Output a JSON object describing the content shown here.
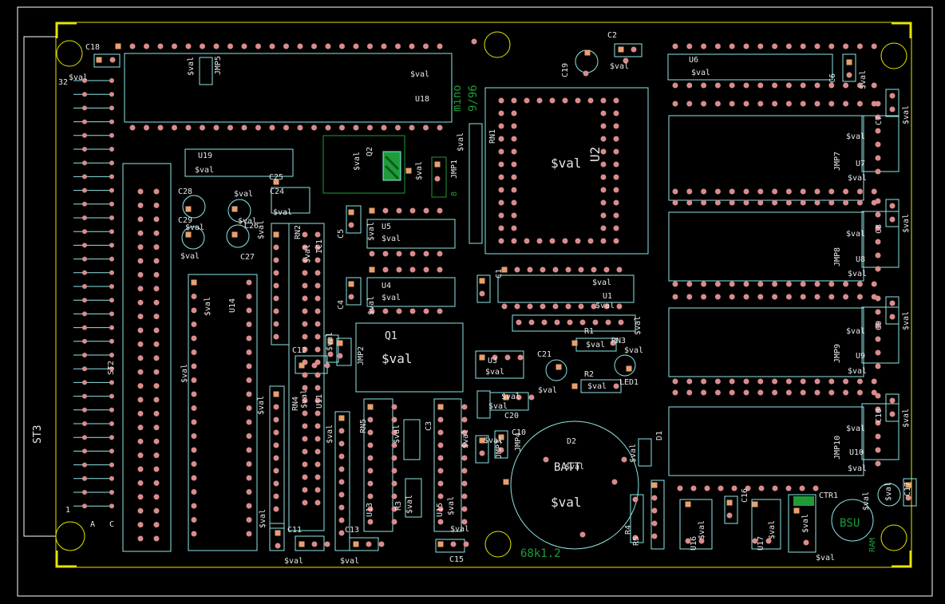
{
  "colors": {
    "background": "#000000",
    "outline": "#ffffff",
    "board_edge": "#e6e600",
    "silk": "#8ee6e6",
    "pad": "#d98c8c",
    "pad_square": "#e8a070",
    "text": "#e6e6e6",
    "green_text": "#1f9c3a",
    "red_text": "#d43c3c"
  },
  "value_placeholder": "$val",
  "board": {
    "notes": [
      "mino",
      "9/96"
    ],
    "version": "68k1.2",
    "jmp1_number": "8"
  },
  "connector": {
    "ref": "ST3",
    "pin_first": "1",
    "pin_last": "32",
    "row_a": "A",
    "row_c": "C"
  },
  "components": {
    "C18": "C18",
    "JMP5": "JMP5",
    "U18": "U18",
    "C2": "C2",
    "C19": "C19",
    "U6": "U6",
    "C6": "C6",
    "U2": "U2",
    "RN1": "RN1",
    "U19": "U19",
    "C25": "C25",
    "Q2": "Q2",
    "JMP1": "JMP1",
    "C28": "C28",
    "C24": "C24",
    "C29": "C29",
    "C26": "C26",
    "C27": "C27",
    "RN2": "RN2",
    "IC1": "IC1",
    "C5": "C5",
    "U5": "U5",
    "ST2": "ST2",
    "U14": "U14",
    "U4": "U4",
    "C4": "C4",
    "C1": "C1",
    "U1": "U1",
    "Q1": "Q1",
    "JMP2": "JMP2",
    "C12": "C12",
    "R1": "R1",
    "RN3": "RN3",
    "U3": "U3",
    "C21": "C21",
    "R2": "R2",
    "LED1": "LED1",
    "RN4": "RN4",
    "U11": "U11",
    "C20": "C20",
    "RN5": "RN5",
    "U13": "U13",
    "R3": "R3",
    "U15": "U15",
    "C3": "C3",
    "C11": "C11",
    "C13": "C13",
    "C15": "C15",
    "C10": "C10",
    "D2": "D2",
    "D1": "D1",
    "JMP3": "JMP3",
    "JMP4": "JMP4",
    "BATT": "BATT",
    "R4": "R4",
    "R5": "R5",
    "JMP7": "JMP7",
    "U7": "U7",
    "C7": "C7",
    "JMP8": "JMP8",
    "U8": "U8",
    "C8": "C8",
    "JMP9": "JMP9",
    "U9": "U9",
    "C9": "C9",
    "JMP10": "JMP10",
    "U10": "U10",
    "C100": "C10",
    "U16": "U16",
    "C16": "C16",
    "U17": "U17",
    "CTR1": "CTR1",
    "BSU": "BSU",
    "C17": "C17",
    "RAM": "RAM"
  }
}
